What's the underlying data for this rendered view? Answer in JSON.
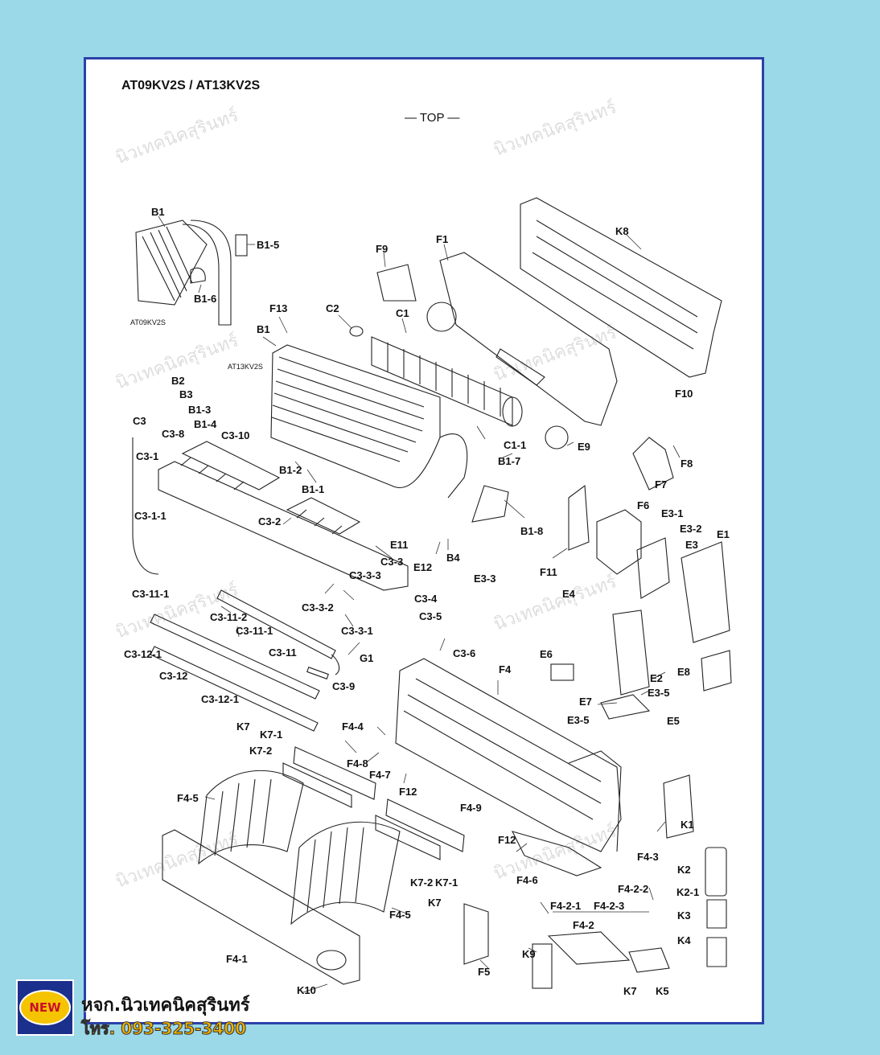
{
  "model_title": "AT09KV2S / AT13KV2S",
  "view_label": "— TOP —",
  "watermark": "นิวเทคนิคสุรินทร์",
  "shop": {
    "name": "หจก.นิวเทคนิคสุรินทร์",
    "phone": "โทร. 093-325-3400",
    "logo_text": "NEW"
  },
  "variant_labels": {
    "at09": "AT09KV2S",
    "at13": "AT13KV2S"
  },
  "parts": [
    "B1",
    "B1-5",
    "B1-6",
    "F9",
    "F1",
    "K8",
    "F13",
    "C2",
    "C1",
    "B1",
    "B2",
    "B3",
    "B1-3",
    "B1-4",
    "F10",
    "C3",
    "C3-8",
    "C3-10",
    "C3-1",
    "C1-1",
    "E9",
    "B1-7",
    "F8",
    "B1-2",
    "B1-1",
    "F7",
    "C3-1-1",
    "C3-2",
    "F6",
    "E3-1",
    "E3-2",
    "E1",
    "E11",
    "B1-8",
    "E3",
    "B4",
    "C3-3",
    "E12",
    "F11",
    "E3-3",
    "C3-3-3",
    "E4",
    "C3-4",
    "C3-3-2",
    "C3-11-1",
    "C3-5",
    "C3-3-1",
    "C3-11-2",
    "C3-11-1",
    "C3-6",
    "C3-11",
    "G1",
    "C3-12-1",
    "E6",
    "E8",
    "C3-12",
    "F4",
    "E2",
    "C3-9",
    "C3-12-1",
    "E3-5",
    "E7",
    "E3-5",
    "E5",
    "K7",
    "F4-4",
    "K7-1",
    "K7-2",
    "F4-8",
    "F4-7",
    "F12",
    "F4-5",
    "F4-9",
    "K1",
    "F12",
    "F4-3",
    "K2",
    "F4-6",
    "F4-2-2",
    "K2-1",
    "K7-2",
    "K7-1",
    "F4-2-1",
    "F4-2-3",
    "K7",
    "K3",
    "F4-5",
    "F4-2",
    "K4",
    "K9",
    "F5",
    "F4-1",
    "K7",
    "K5",
    "K10"
  ]
}
